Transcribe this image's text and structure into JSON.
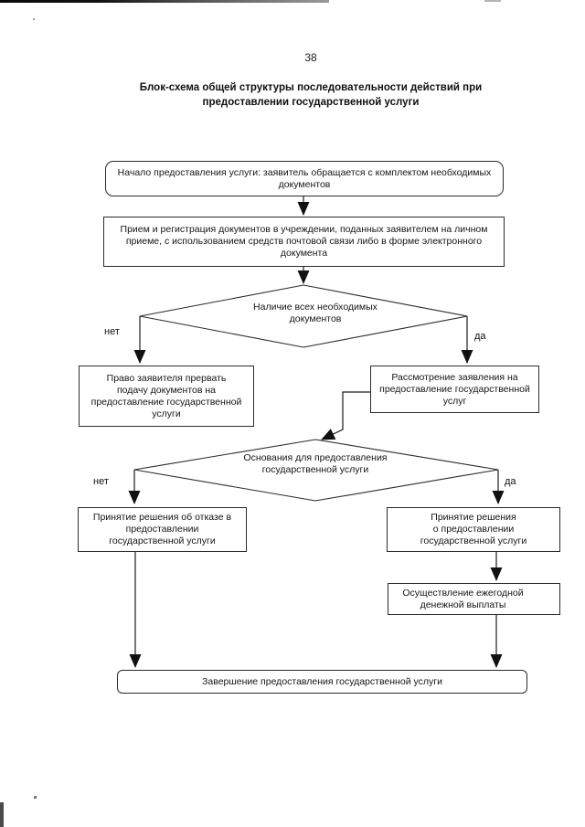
{
  "page": {
    "number": "38",
    "title": "Блок-схема общей структуры последовательности действий при\nпредоставлении государственной услуги"
  },
  "flowchart": {
    "start": "Начало предоставления услуги: заявитель обращается с комплектом необходимых\nдокументов",
    "reception": "Прием и регистрация документов в учреждении, поданных заявителем на личном\nприеме, с использованием средств почтовой связи либо в форме электронного\nдокумента",
    "decision_docs": "Наличие всех необходимых\nдокументов",
    "branch_docs_no": "нет",
    "branch_docs_yes": "да",
    "interrupt": "Право заявителя прервать\nподачу документов на\nпредоставление государственной\nуслуги",
    "review": "Рассмотрение заявления на\nпредоставление государственной\nуслуг",
    "decision_grounds": "Основания для предоставления\nгосударственной услуги",
    "branch_grounds_no": "нет",
    "branch_grounds_yes": "да",
    "refusal": "Принятие решения об отказе в\nпредоставлении\nгосударственной услуги",
    "approval": "Принятие решения\nо предоставлении\nгосударственной услуги",
    "payment": "Осуществление ежегодной\nденежной выплаты",
    "end": "Завершение предоставления государственной услуги"
  },
  "colors": {
    "ink": "#1a1a1a",
    "border": "#2b2b2b",
    "background": "#ffffff"
  }
}
